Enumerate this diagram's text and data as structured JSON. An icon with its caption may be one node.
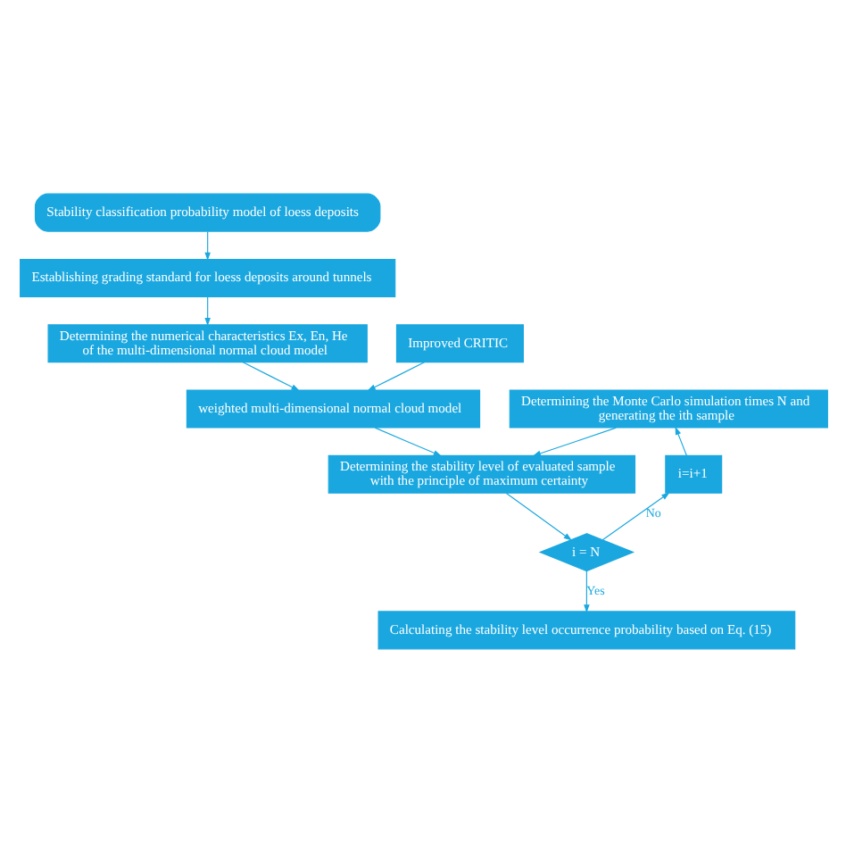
{
  "diagram": {
    "nodes": [
      {
        "text": [
          "Stability classification probability model of loess deposits"
        ]
      },
      {
        "text": [
          "Establishing grading standard for loess deposits around tunnels"
        ]
      },
      {
        "text": [
          "Determining the numerical characteristics Ex, En, He of the multi-dimensional normal cloud model"
        ]
      },
      {
        "text": [
          "Improved CRITIC"
        ]
      },
      {
        "text": [
          "weighted multi-dimensional normal cloud model"
        ]
      },
      {
        "text": [
          "Determining the Monte Carlo simulation times N and generating the ith sample"
        ]
      },
      {
        "text": [
          "Determining the stability level of evaluated sample with the principle of maximum certainty"
        ]
      },
      {
        "text": [
          "i=i+1"
        ]
      },
      {
        "text": [
          "i = N"
        ]
      },
      {
        "text": [
          "Calculating the stability level occurrence probability based on Eq. (15)"
        ]
      }
    ],
    "edges": [
      {
        "from": 0,
        "to": 1,
        "arrow": "to"
      },
      {
        "from": 1,
        "to": 2,
        "arrow": "to"
      },
      {
        "from": 2,
        "to": 4,
        "arrow": "to"
      },
      {
        "from": 3,
        "to": 4,
        "arrow": "to"
      },
      {
        "from": 4,
        "to": 6,
        "arrow": "to"
      },
      {
        "from": 5,
        "to": 6,
        "arrow": "to"
      },
      {
        "from": 6,
        "to": 8,
        "arrow": "to"
      },
      {
        "from": 8,
        "to": 7,
        "arrow": "to",
        "label": "No"
      },
      {
        "from": 7,
        "to": 5,
        "arrow": "to"
      },
      {
        "from": 8,
        "to": 9,
        "arrow": "to",
        "label": "Yes"
      }
    ]
  }
}
